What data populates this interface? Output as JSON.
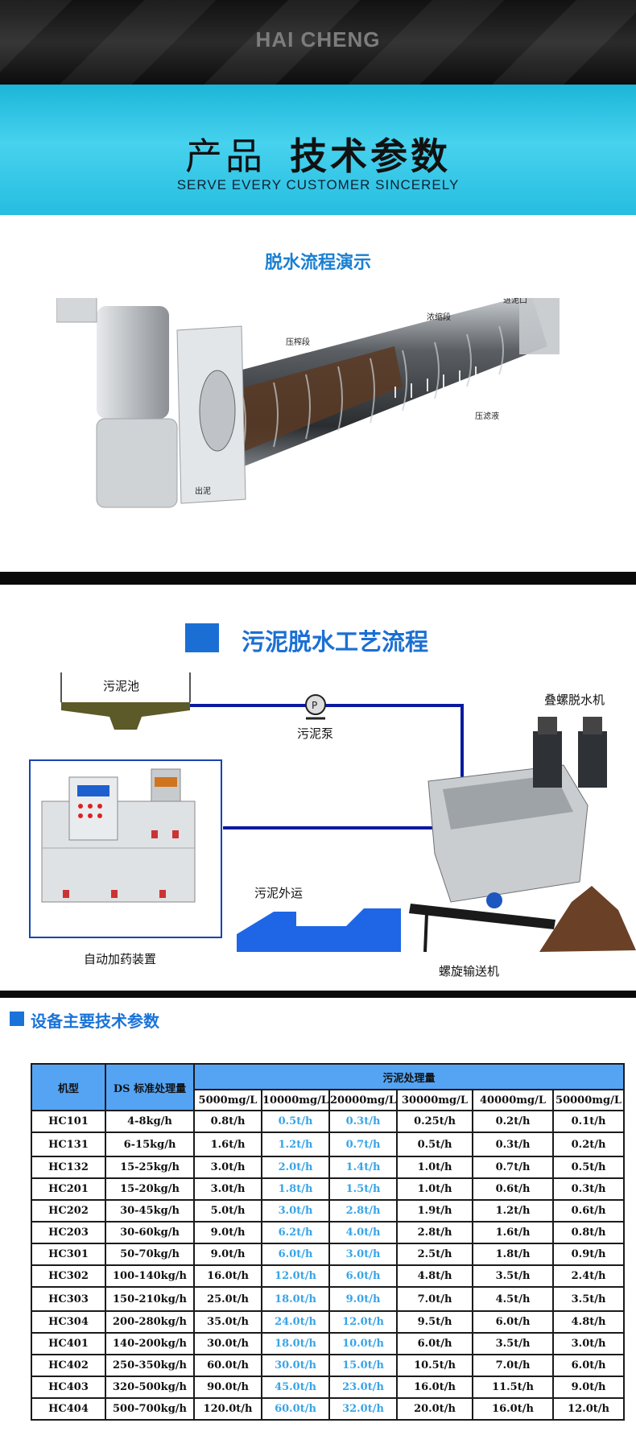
{
  "header": {
    "brand": "HAI CHENG",
    "title_part1": "产品",
    "title_part2": "技术参数",
    "subtitle": "SERVE EVERY CUSTOMER SINCERELY"
  },
  "demo": {
    "title": "脱水流程演示",
    "labels": {
      "inlet": "进泥口",
      "thicken": "浓缩段",
      "press": "压榨段",
      "filtrate": "压滤液",
      "outlet": "出泥"
    }
  },
  "process": {
    "title": "污泥脱水工艺流程",
    "labels": {
      "tank": "污泥池",
      "pump": "污泥泵",
      "dewater": "叠螺脱水机",
      "transport": "污泥外运",
      "dosing": "自动加药装置",
      "conveyor": "螺旋输送机"
    },
    "colors": {
      "pipe": "#0a1aa0",
      "truck": "#1e66e6",
      "box_border": "#1844b0"
    }
  },
  "specs": {
    "title": "设备主要技术参数",
    "header": {
      "model": "机型",
      "ds": "DS 标准处理量",
      "group": "污泥处理量",
      "concentrations": [
        "5000mg/L",
        "10000mg/L",
        "20000mg/L",
        "30000mg/L",
        "40000mg/L",
        "50000mg/L"
      ]
    },
    "rows": [
      {
        "model": "HC101",
        "ds": "4-8kg/h",
        "v": [
          "0.8t/h",
          "0.5t/h",
          "0.3t/h",
          "0.25t/h",
          "0.2t/h",
          "0.1t/h"
        ]
      },
      {
        "model": "HC131",
        "ds": "6-15kg/h",
        "v": [
          "1.6t/h",
          "1.2t/h",
          "0.7t/h",
          "0.5t/h",
          "0.3t/h",
          "0.2t/h"
        ]
      },
      {
        "model": "HC132",
        "ds": "15-25kg/h",
        "v": [
          "3.0t/h",
          "2.0t/h",
          "1.4t/h",
          "1.0t/h",
          "0.7t/h",
          "0.5t/h"
        ]
      },
      {
        "model": "HC201",
        "ds": "15-20kg/h",
        "v": [
          "3.0t/h",
          "1.8t/h",
          "1.5t/h",
          "1.0t/h",
          "0.6t/h",
          "0.3t/h"
        ]
      },
      {
        "model": "HC202",
        "ds": "30-45kg/h",
        "v": [
          "5.0t/h",
          "3.0t/h",
          "2.8t/h",
          "1.9t/h",
          "1.2t/h",
          "0.6t/h"
        ]
      },
      {
        "model": "HC203",
        "ds": "30-60kg/h",
        "v": [
          "9.0t/h",
          "6.2t/h",
          "4.0t/h",
          "2.8t/h",
          "1.6t/h",
          "0.8t/h"
        ]
      },
      {
        "model": "HC301",
        "ds": "50-70kg/h",
        "v": [
          "9.0t/h",
          "6.0t/h",
          "3.0t/h",
          "2.5t/h",
          "1.8t/h",
          "0.9t/h"
        ]
      },
      {
        "model": "HC302",
        "ds": "100-140kg/h",
        "v": [
          "16.0t/h",
          "12.0t/h",
          "6.0t/h",
          "4.8t/h",
          "3.5t/h",
          "2.4t/h"
        ]
      },
      {
        "model": "HC303",
        "ds": "150-210kg/h",
        "v": [
          "25.0t/h",
          "18.0t/h",
          "9.0t/h",
          "7.0t/h",
          "4.5t/h",
          "3.5t/h"
        ]
      },
      {
        "model": "HC304",
        "ds": "200-280kg/h",
        "v": [
          "35.0t/h",
          "24.0t/h",
          "12.0t/h",
          "9.5t/h",
          "6.0t/h",
          "4.8t/h"
        ]
      },
      {
        "model": "HC401",
        "ds": "140-200kg/h",
        "v": [
          "30.0t/h",
          "18.0t/h",
          "10.0t/h",
          "6.0t/h",
          "3.5t/h",
          "3.0t/h"
        ]
      },
      {
        "model": "HC402",
        "ds": "250-350kg/h",
        "v": [
          "60.0t/h",
          "30.0t/h",
          "15.0t/h",
          "10.5t/h",
          "7.0t/h",
          "6.0t/h"
        ]
      },
      {
        "model": "HC403",
        "ds": "320-500kg/h",
        "v": [
          "90.0t/h",
          "45.0t/h",
          "23.0t/h",
          "16.0t/h",
          "11.5t/h",
          "9.0t/h"
        ]
      },
      {
        "model": "HC404",
        "ds": "500-700kg/h",
        "v": [
          "120.0t/h",
          "60.0t/h",
          "32.0t/h",
          "20.0t/h",
          "16.0t/h",
          "12.0t/h"
        ]
      }
    ],
    "colors": {
      "header_bg": "#55a4f4",
      "highlight_text": "#39a4e6"
    }
  }
}
